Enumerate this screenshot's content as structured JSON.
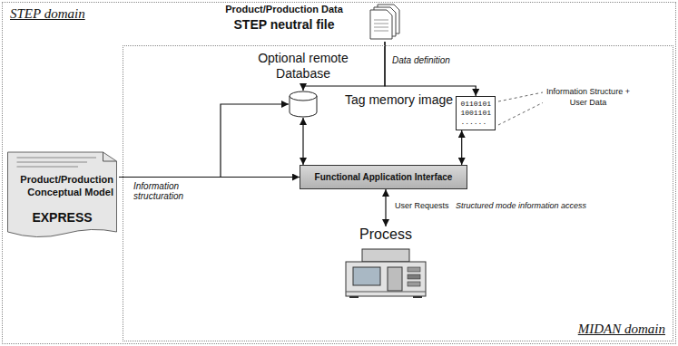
{
  "diagram": {
    "nodes": [
      {
        "text": [
          "STEP domain"
        ]
      },
      {
        "text": [
          "Product/Production Data",
          "STEP neutral file"
        ],
        "in": 0
      },
      {
        "text": [
          "MIDAN domain"
        ],
        "in": 0
      },
      {
        "text": [
          "Product/Production Conceptual Model",
          "EXPRESS"
        ],
        "in": 0
      },
      {
        "text": [
          "Optional remote Database"
        ],
        "in": 2
      },
      {
        "text": [
          "Tag memory image",
          "0110101 1001101 ......"
        ],
        "in": 2
      },
      {
        "text": [
          "Functional Application Interface"
        ],
        "in": 2
      },
      {
        "text": [
          "Process"
        ],
        "in": 2
      }
    ],
    "edges": [
      {
        "from": 1,
        "to": 4,
        "arrow": "to",
        "label": "Data definition"
      },
      {
        "from": 1,
        "to": 5,
        "arrow": "to"
      },
      {
        "from": 3,
        "to": 4,
        "arrow": "to",
        "label": "Information structuration"
      },
      {
        "from": 3,
        "to": 6,
        "arrow": "to"
      },
      {
        "from": 4,
        "to": 6,
        "arrow": "both"
      },
      {
        "from": 5,
        "to": 6,
        "arrow": "both"
      },
      {
        "from": 6,
        "to": 7,
        "arrow": "both",
        "label": "User Requests"
      }
    ],
    "labels": [
      "Information Structure + User Data",
      "Structured mode information access"
    ]
  }
}
